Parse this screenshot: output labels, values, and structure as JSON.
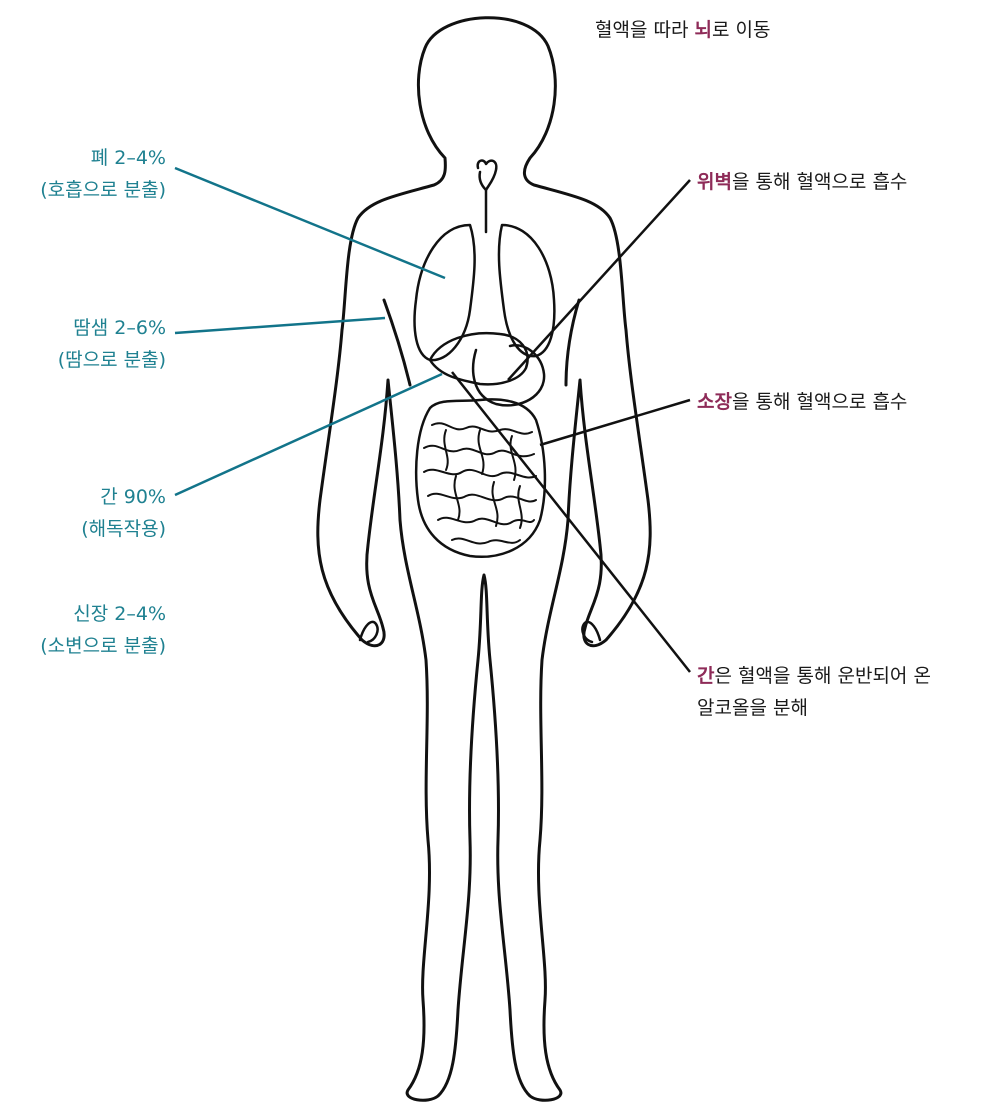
{
  "colors": {
    "left_label": "#1f8191",
    "leader_left": "#12748a",
    "highlight": "#8e2b58",
    "text": "#1a1a1a",
    "outline": "#111111"
  },
  "left_labels": [
    {
      "line1": "폐 2–4%",
      "line2": "(호흡으로 분출)"
    },
    {
      "line1": "땀샘 2–6%",
      "line2": "(땀으로 분출)"
    },
    {
      "line1": "간 90%",
      "line2": "(해독작용)"
    },
    {
      "line1": "신장 2–4%",
      "line2": "(소변으로 분출)"
    }
  ],
  "right_labels": {
    "brain": {
      "pre": "혈액을 따라 ",
      "highlight": "뇌",
      "post": "로 이동"
    },
    "stomach": {
      "highlight": "위벽",
      "post": "을 통해 혈액으로 흡수"
    },
    "intestine": {
      "highlight": "소장",
      "post": "을 통해 혈액으로 흡수"
    },
    "liver": {
      "highlight": "간",
      "post": "은 혈액을 통해 운반되어 온",
      "line2": "알코올을 분해"
    }
  }
}
